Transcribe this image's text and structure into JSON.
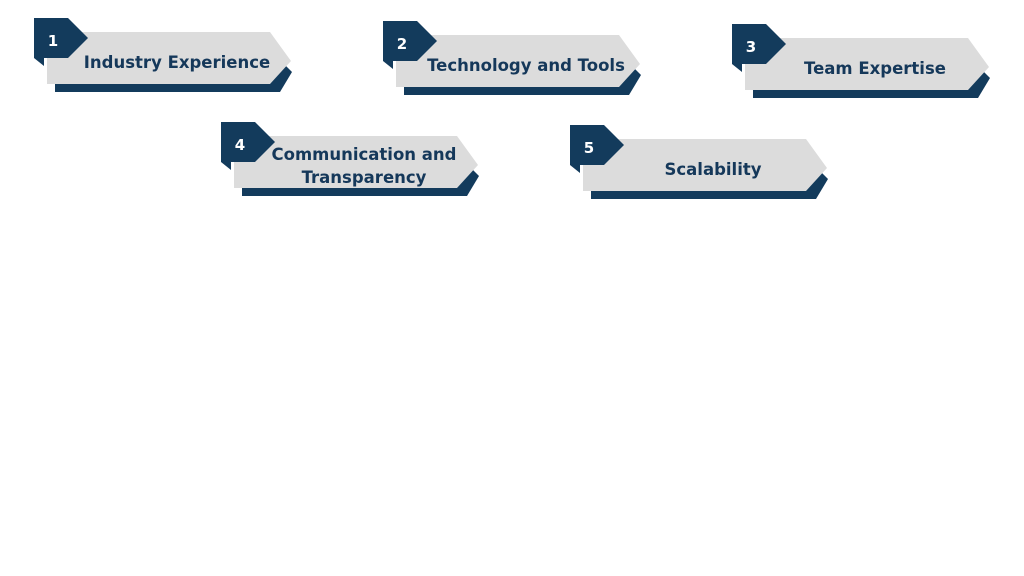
{
  "colors": {
    "navy": "#133b5c",
    "panel": "#dcdcdc",
    "label_text": "#15385a",
    "number_text": "#ffffff"
  },
  "steps": [
    {
      "number": "1",
      "label": "Industry Experience"
    },
    {
      "number": "2",
      "label": "Technology and Tools"
    },
    {
      "number": "3",
      "label": "Team Expertise"
    },
    {
      "number": "4",
      "label": "Communication and Transparency"
    },
    {
      "number": "5",
      "label": "Scalability"
    }
  ]
}
